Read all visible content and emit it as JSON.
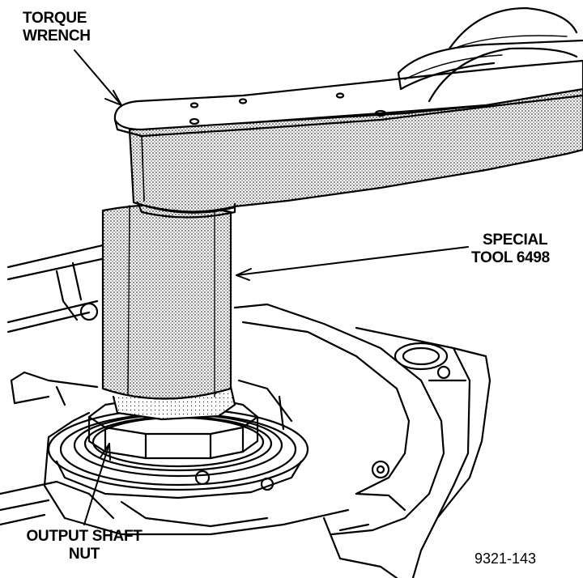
{
  "labels": {
    "torque_wrench": [
      "TORQUE",
      "WRENCH"
    ],
    "special_tool": [
      "SPECIAL",
      "TOOL 6498"
    ],
    "output_shaft_nut": [
      "OUTPUT SHAFT",
      "NUT"
    ],
    "figure_number": "9321-143"
  },
  "colors": {
    "ink": "#000000",
    "paper": "#ffffff"
  }
}
